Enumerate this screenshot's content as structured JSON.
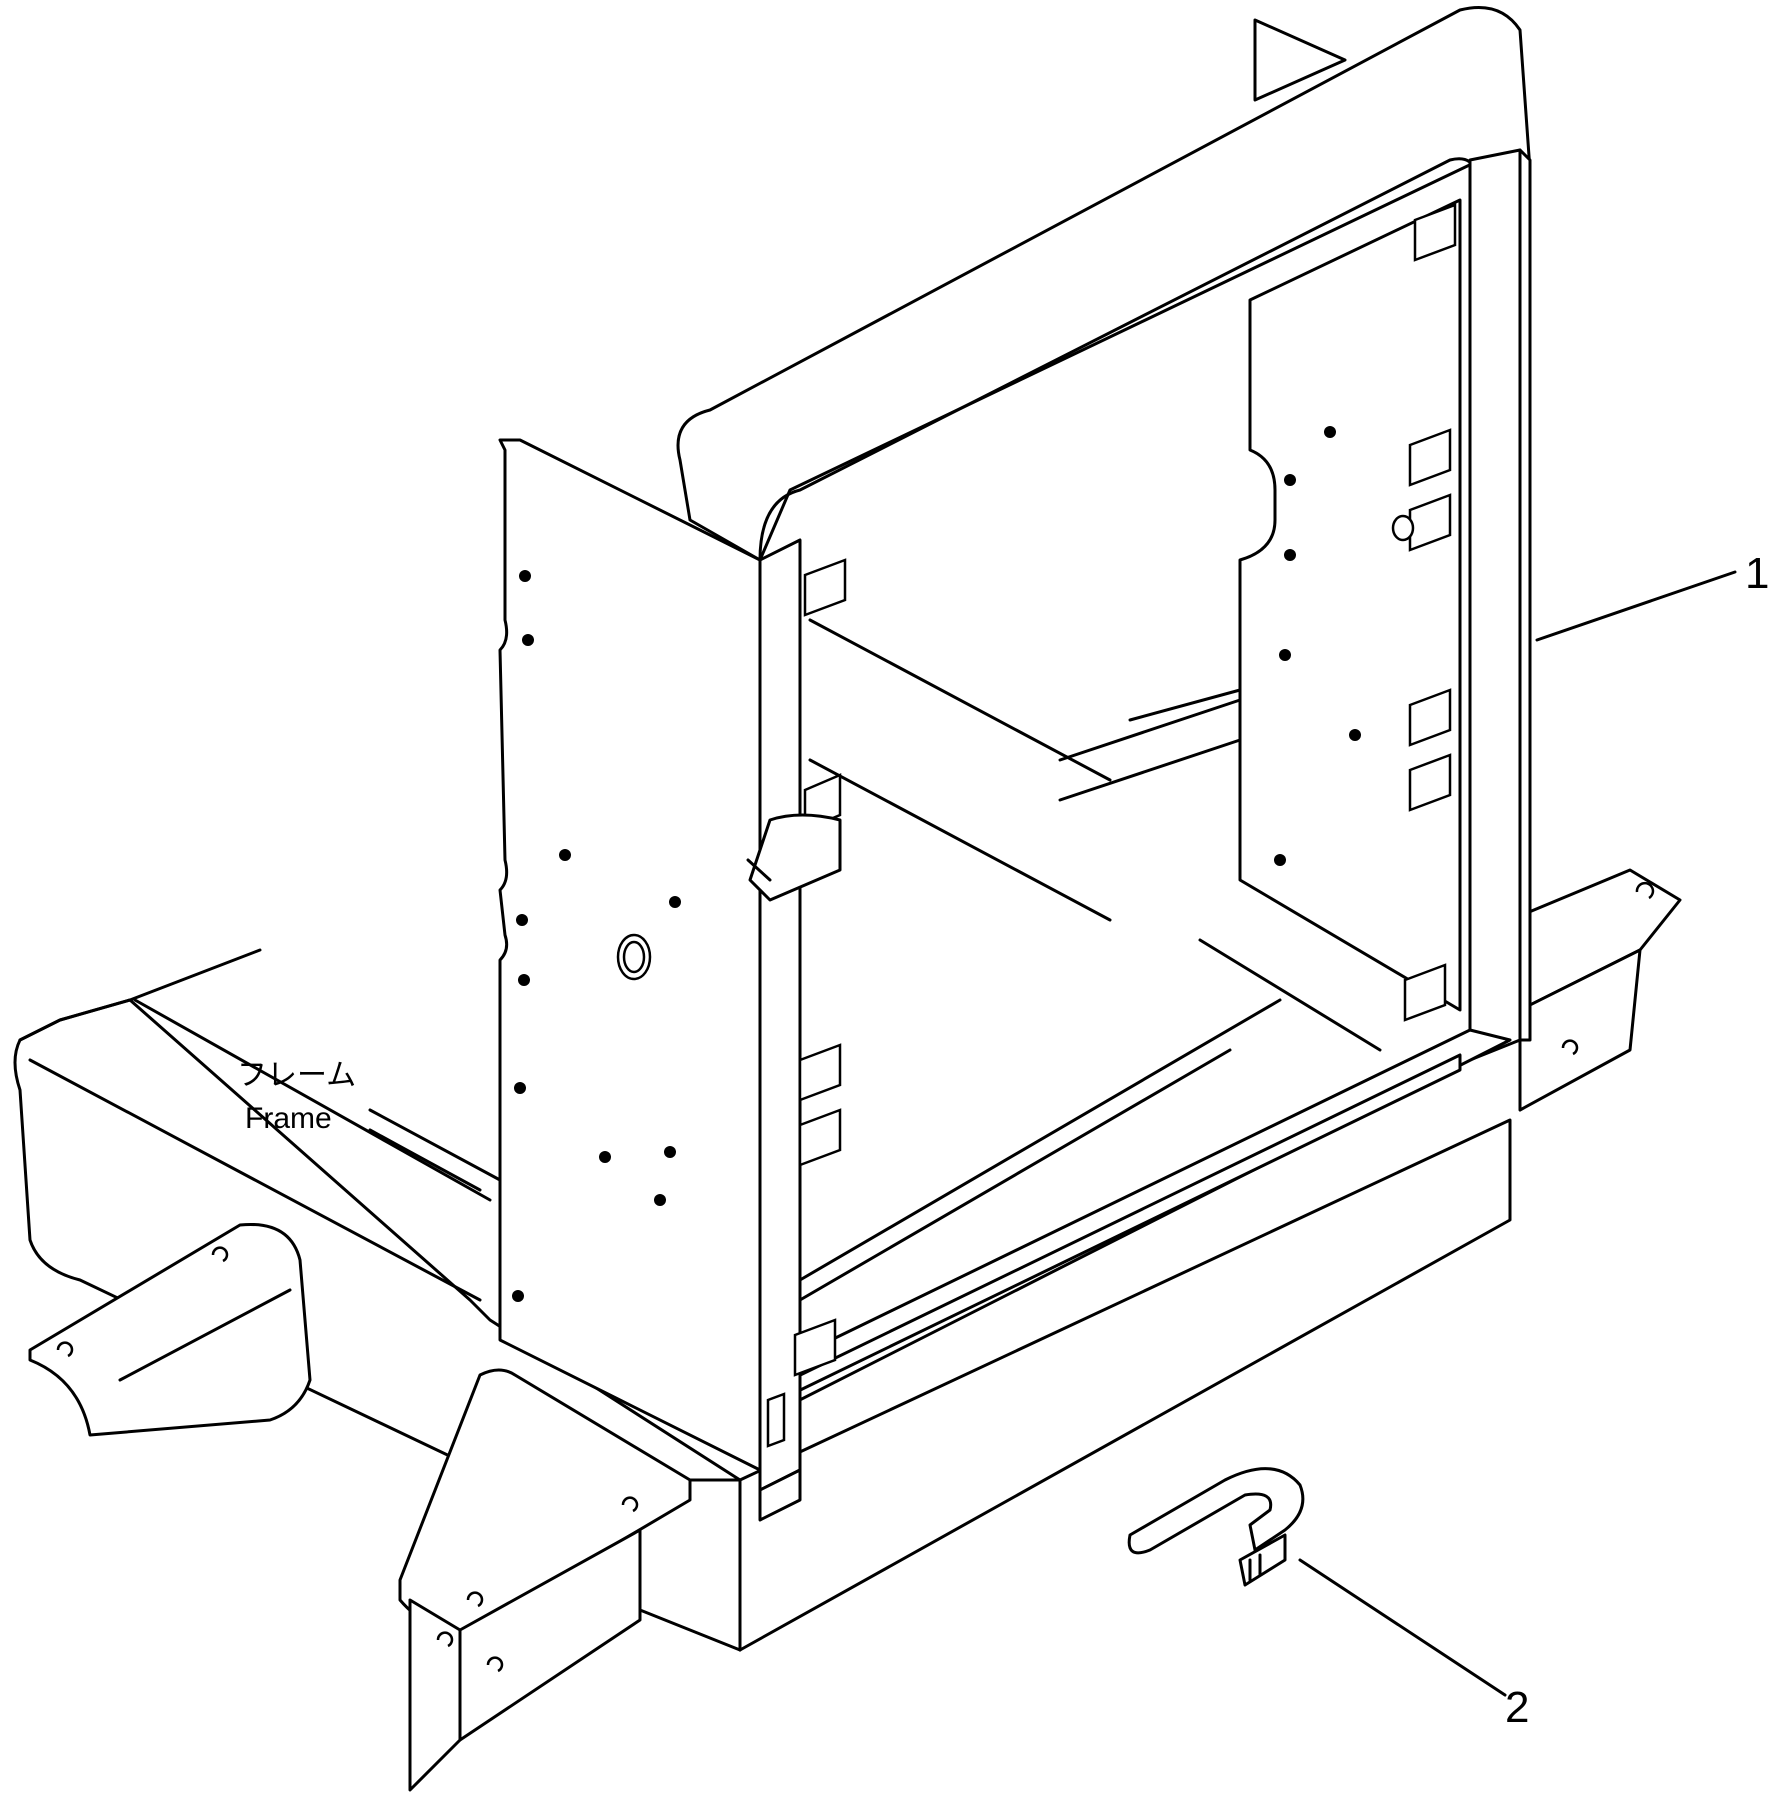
{
  "labels": {
    "frame_jp": "フレーム",
    "frame_en": "Frame",
    "callout_1": "1",
    "callout_2": "2"
  },
  "colors": {
    "line": "#000000",
    "background": "#ffffff"
  }
}
